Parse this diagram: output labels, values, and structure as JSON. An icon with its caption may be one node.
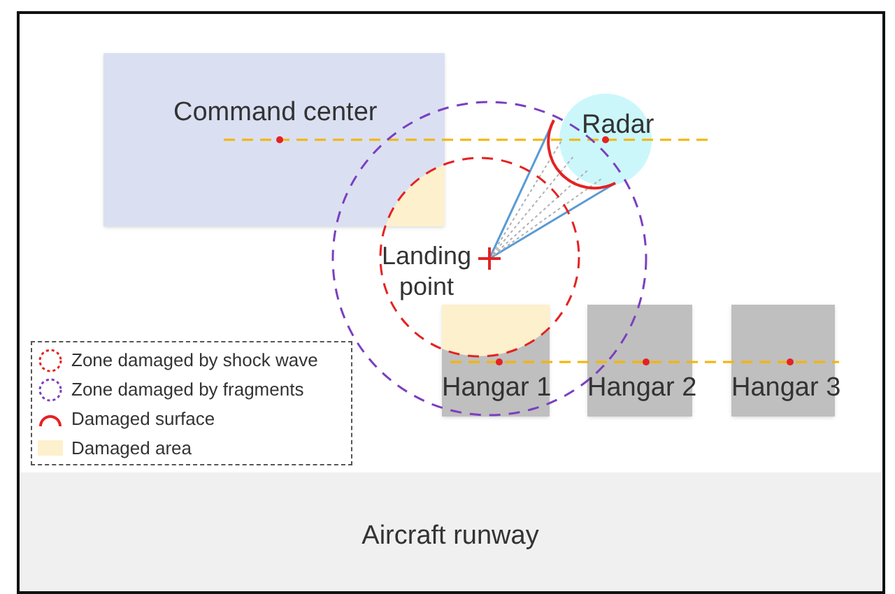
{
  "diagram": {
    "nodes": [
      {
        "text": [
          "Command center"
        ]
      },
      {
        "text": [
          "Radar"
        ]
      },
      {
        "text": [
          "Landing point"
        ]
      },
      {
        "text": [
          "Hangar 1"
        ]
      },
      {
        "text": [
          "Hangar 2"
        ]
      },
      {
        "text": [
          "Hangar 3"
        ]
      },
      {
        "text": [
          "Aircraft runway"
        ]
      }
    ],
    "legend": [
      {
        "text": "Zone damaged by shock wave"
      },
      {
        "text": "Zone damaged by fragments"
      },
      {
        "text": "Damaged surface"
      },
      {
        "text": "Damaged area",
        "color": "#fdf0cc"
      }
    ]
  }
}
